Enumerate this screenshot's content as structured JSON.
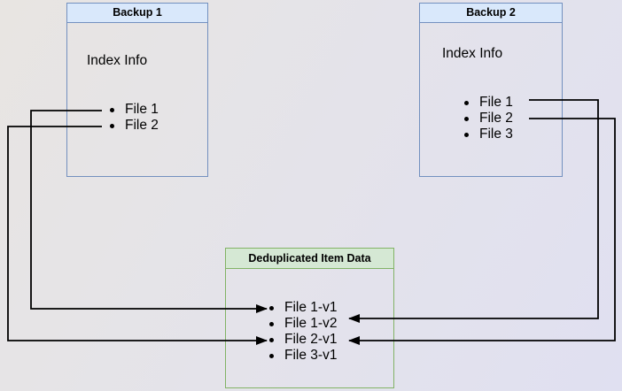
{
  "diagram": {
    "backup1": {
      "title": "Backup 1",
      "section_label": "Index Info",
      "files": [
        "File 1",
        "File 2"
      ],
      "fill": "#d9e8fb",
      "border": "#7390bf"
    },
    "backup2": {
      "title": "Backup 2",
      "section_label": "Index Info",
      "files": [
        "File 1",
        "File 2",
        "File 3"
      ],
      "fill": "#d9e8fb",
      "border": "#7390bf"
    },
    "dedup": {
      "title": "Deduplicated Item Data",
      "items": [
        "File 1-v1",
        "File 1-v2",
        "File 2-v1",
        "File 3-v1"
      ],
      "fill": "#d5e8d4",
      "border": "#82b366"
    },
    "connections": [
      {
        "from": "Backup 1 / File 1",
        "to": "File 1-v1"
      },
      {
        "from": "Backup 1 / File 2",
        "to": "File 2-v1"
      },
      {
        "from": "Backup 2 / File 1",
        "to": "File 1-v2"
      },
      {
        "from": "Backup 2 / File 2",
        "to": "File 2-v1"
      }
    ],
    "arrow_color": "#000000"
  }
}
